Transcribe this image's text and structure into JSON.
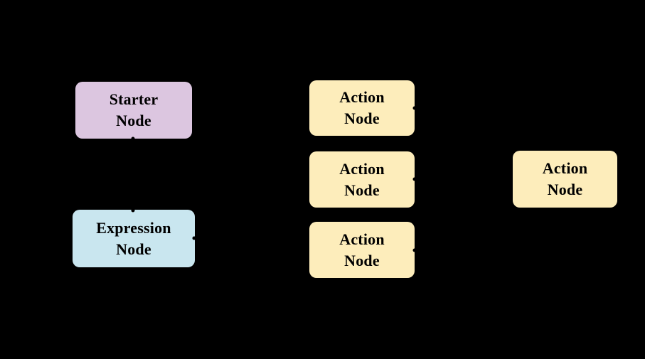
{
  "diagram": {
    "title": "workflow-node-diagram",
    "background_color": "#000000",
    "text_color": "#000000",
    "node_colors": {
      "starter": "#dcc6e0",
      "expression": "#c9e6ef",
      "action": "#fdedbb"
    },
    "nodes": [
      {
        "id": "starter-node",
        "type": "starter",
        "label": "Starter\nNode",
        "color": "#dcc6e0"
      },
      {
        "id": "expression-node",
        "type": "expression",
        "label": "Expression\nNode",
        "color": "#c9e6ef"
      },
      {
        "id": "action-node-1",
        "type": "action",
        "label": "Action\nNode",
        "color": "#fdedbb"
      },
      {
        "id": "action-node-2",
        "type": "action",
        "label": "Action\nNode",
        "color": "#fdedbb"
      },
      {
        "id": "action-node-3",
        "type": "action",
        "label": "Action\nNode",
        "color": "#fdedbb"
      },
      {
        "id": "action-node-4",
        "type": "action",
        "label": "Action\nNode",
        "color": "#fdedbb"
      }
    ],
    "connector_color": "#000000"
  }
}
